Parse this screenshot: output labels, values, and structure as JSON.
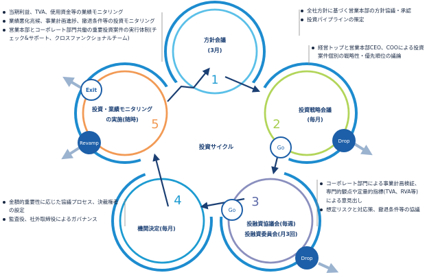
{
  "center_label": "投資サイクル",
  "stages": [
    {
      "number": "1",
      "title_lines": [
        "方針会議",
        "(3月)"
      ],
      "color": "#5bc0e8"
    },
    {
      "number": "2",
      "title_lines": [
        "投資戦略会議",
        "(毎月)"
      ],
      "color": "#b2d55a"
    },
    {
      "number": "3",
      "title_lines": [
        "投融資協議会(毎週)",
        "投融資委員会(月3回)"
      ],
      "color": "#8a8fbe"
    },
    {
      "number": "4",
      "title_lines": [
        "機関決定(毎月)"
      ],
      "color": "#1d9bd1"
    },
    {
      "number": "5",
      "title_lines": [
        "投資・業績モニタリング",
        "の実施(随時)"
      ],
      "color": "#f29a55"
    }
  ],
  "badges": {
    "exit": "Exit",
    "revamp": "Revamp",
    "go_2": "Go",
    "drop_2": "Drop",
    "go_3": "Go",
    "drop_3": "Drop"
  },
  "notes": {
    "top_left": [
      "当期利益、TVA、使用資金等の業績モニタリング",
      "業績悪化兆候、事業計画進捗、撤退条件等の投資モニタリング",
      "営業本部とコーポレート部門共働の重要投資案件の実行体制(チェック&サポート、クロスファンクショナルチーム)"
    ],
    "top_right": [
      "全社方針に基づく営業本部の方針協議・承認",
      "投資パイプラインの策定"
    ],
    "right": [
      "経営トップと営業本部CEO、COOによる投資案件個別の戦略性・優先順位の議論"
    ],
    "bottom_right": [
      "コーポレート部門による事業計画検証、専門的観点や定量的指標(TVA、RVA等)による意見出し",
      "想定リスクと対応策、撤退条件等の協議"
    ],
    "bottom_left": [
      "金額的重要性に応じた協議プロセス、決裁権者の設定",
      "監査役、社外取締役によるガバナンス"
    ]
  },
  "colors": {
    "dark_navy": "#1b3f73",
    "ring_blue": "#1d8ccf",
    "badge_fill": "#1d5fa8",
    "arrow_gray": "#9bb3cf"
  }
}
